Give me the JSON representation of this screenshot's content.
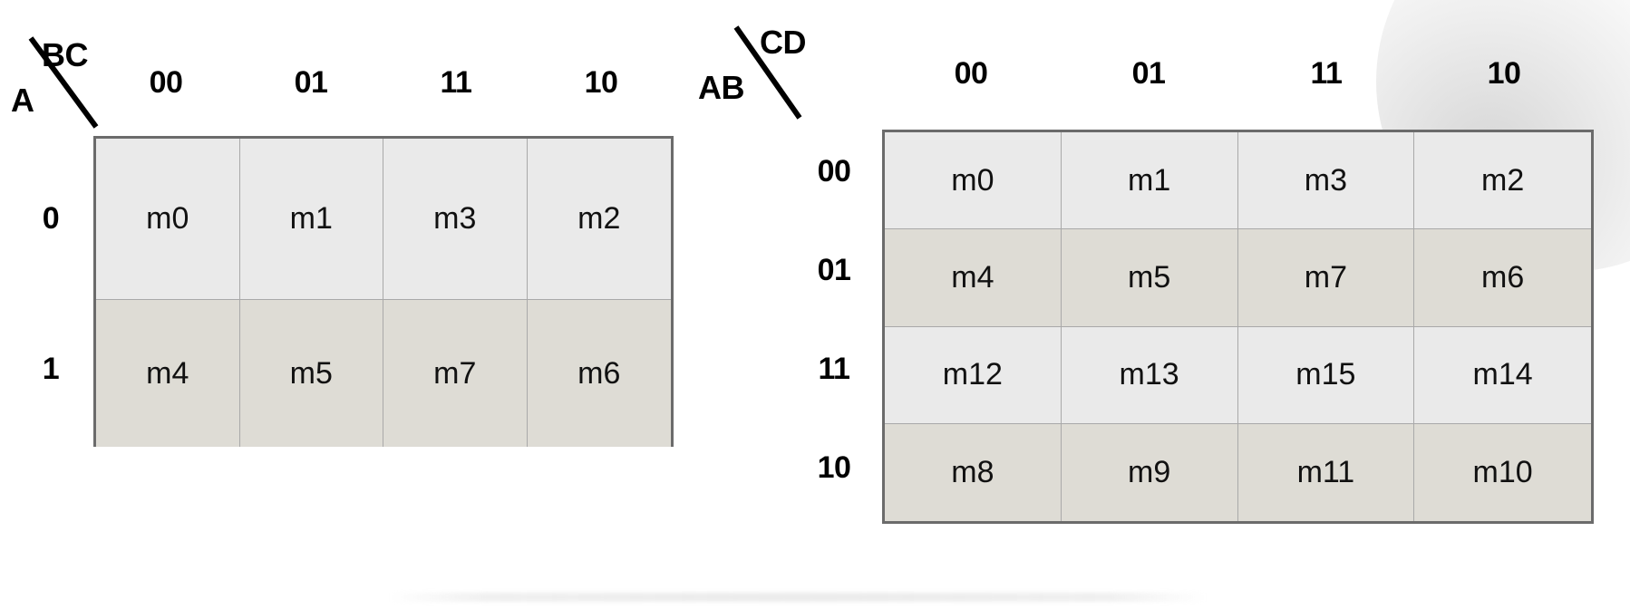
{
  "colors": {
    "cell_light": "#eaeaea",
    "cell_dark": "#dedcd5",
    "grid_border": "#6b6b6b",
    "inner_line": "#a9a9a9",
    "text": "#111111"
  },
  "kmap3": {
    "corner": {
      "top_label": "BC",
      "bottom_label": "A"
    },
    "col_headers": [
      "00",
      "01",
      "11",
      "10"
    ],
    "row_headers": [
      "0",
      "1"
    ],
    "rows": [
      {
        "header": "0",
        "shade": "light",
        "cells": [
          "m0",
          "m1",
          "m3",
          "m2"
        ]
      },
      {
        "header": "1",
        "shade": "dark",
        "cells": [
          "m4",
          "m5",
          "m7",
          "m6"
        ]
      }
    ]
  },
  "kmap4": {
    "corner": {
      "top_label": "CD",
      "bottom_label": "AB"
    },
    "col_headers": [
      "00",
      "01",
      "11",
      "10"
    ],
    "row_headers": [
      "00",
      "01",
      "11",
      "10"
    ],
    "rows": [
      {
        "header": "00",
        "shade": "light",
        "cells": [
          "m0",
          "m1",
          "m3",
          "m2"
        ]
      },
      {
        "header": "01",
        "shade": "dark",
        "cells": [
          "m4",
          "m5",
          "m7",
          "m6"
        ]
      },
      {
        "header": "11",
        "shade": "light",
        "cells": [
          "m12",
          "m13",
          "m15",
          "m14"
        ]
      },
      {
        "header": "10",
        "shade": "dark",
        "cells": [
          "m8",
          "m9",
          "m11",
          "m10"
        ]
      }
    ]
  }
}
